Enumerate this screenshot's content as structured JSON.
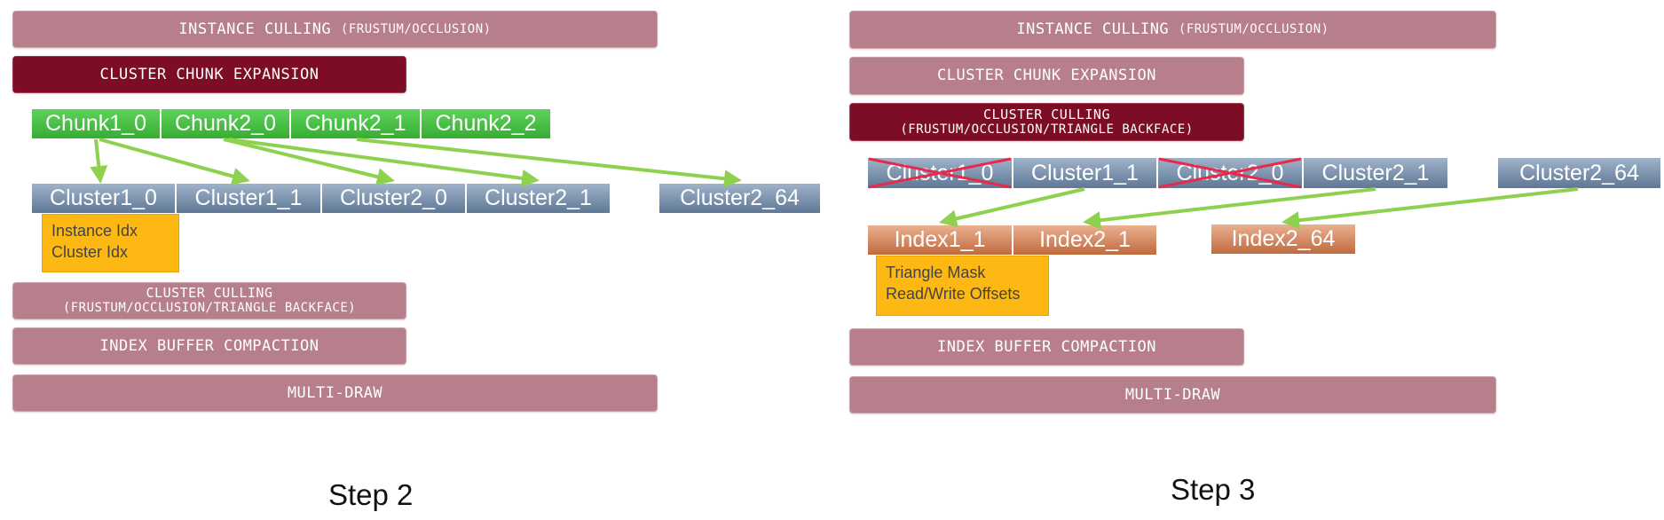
{
  "left": {
    "instance_culling": {
      "main": "INSTANCE CULLING",
      "sub": "(FRUSTUM/OCCLUSION)"
    },
    "chunk_expansion": "CLUSTER CHUNK EXPANSION",
    "chunks": [
      "Chunk1_0",
      "Chunk2_0",
      "Chunk2_1",
      "Chunk2_2"
    ],
    "clusters": [
      "Cluster1_0",
      "Cluster1_1",
      "Cluster2_0",
      "Cluster2_1"
    ],
    "cluster_extra": "Cluster2_64",
    "note": [
      "Instance Idx",
      "Cluster Idx"
    ],
    "cluster_culling": {
      "line1": "CLUSTER CULLING",
      "line2": "(FRUSTUM/OCCLUSION/TRIANGLE BACKFACE)"
    },
    "index_compaction": "INDEX BUFFER COMPACTION",
    "multi_draw": "MULTI-DRAW",
    "step_label": "Step 2"
  },
  "right": {
    "instance_culling": {
      "main": "INSTANCE CULLING",
      "sub": "(FRUSTUM/OCCLUSION)"
    },
    "chunk_expansion": "CLUSTER CHUNK EXPANSION",
    "cluster_culling": {
      "line1": "CLUSTER CULLING",
      "line2": "(FRUSTUM/OCCLUSION/TRIANGLE BACKFACE)"
    },
    "clusters": [
      "Cluster1_0",
      "Cluster1_1",
      "Cluster2_0",
      "Cluster2_1"
    ],
    "cluster_extra": "Cluster2_64",
    "indices": [
      "Index1_1",
      "Index2_1"
    ],
    "index_extra": "Index2_64",
    "note": [
      "Triangle Mask",
      "Read/Write Offsets"
    ],
    "index_compaction": "INDEX BUFFER COMPACTION",
    "multi_draw": "MULTI-DRAW",
    "step_label": "Step 3"
  },
  "colors": {
    "stage": "#b77f8c",
    "stage_active": "#7c0d24",
    "chunk": "#3fb63b",
    "cluster": "#6f87a5",
    "index": "#d07a4c",
    "note": "#fdb813",
    "arrow": "#8ed14f",
    "cross": "#e8294a"
  }
}
